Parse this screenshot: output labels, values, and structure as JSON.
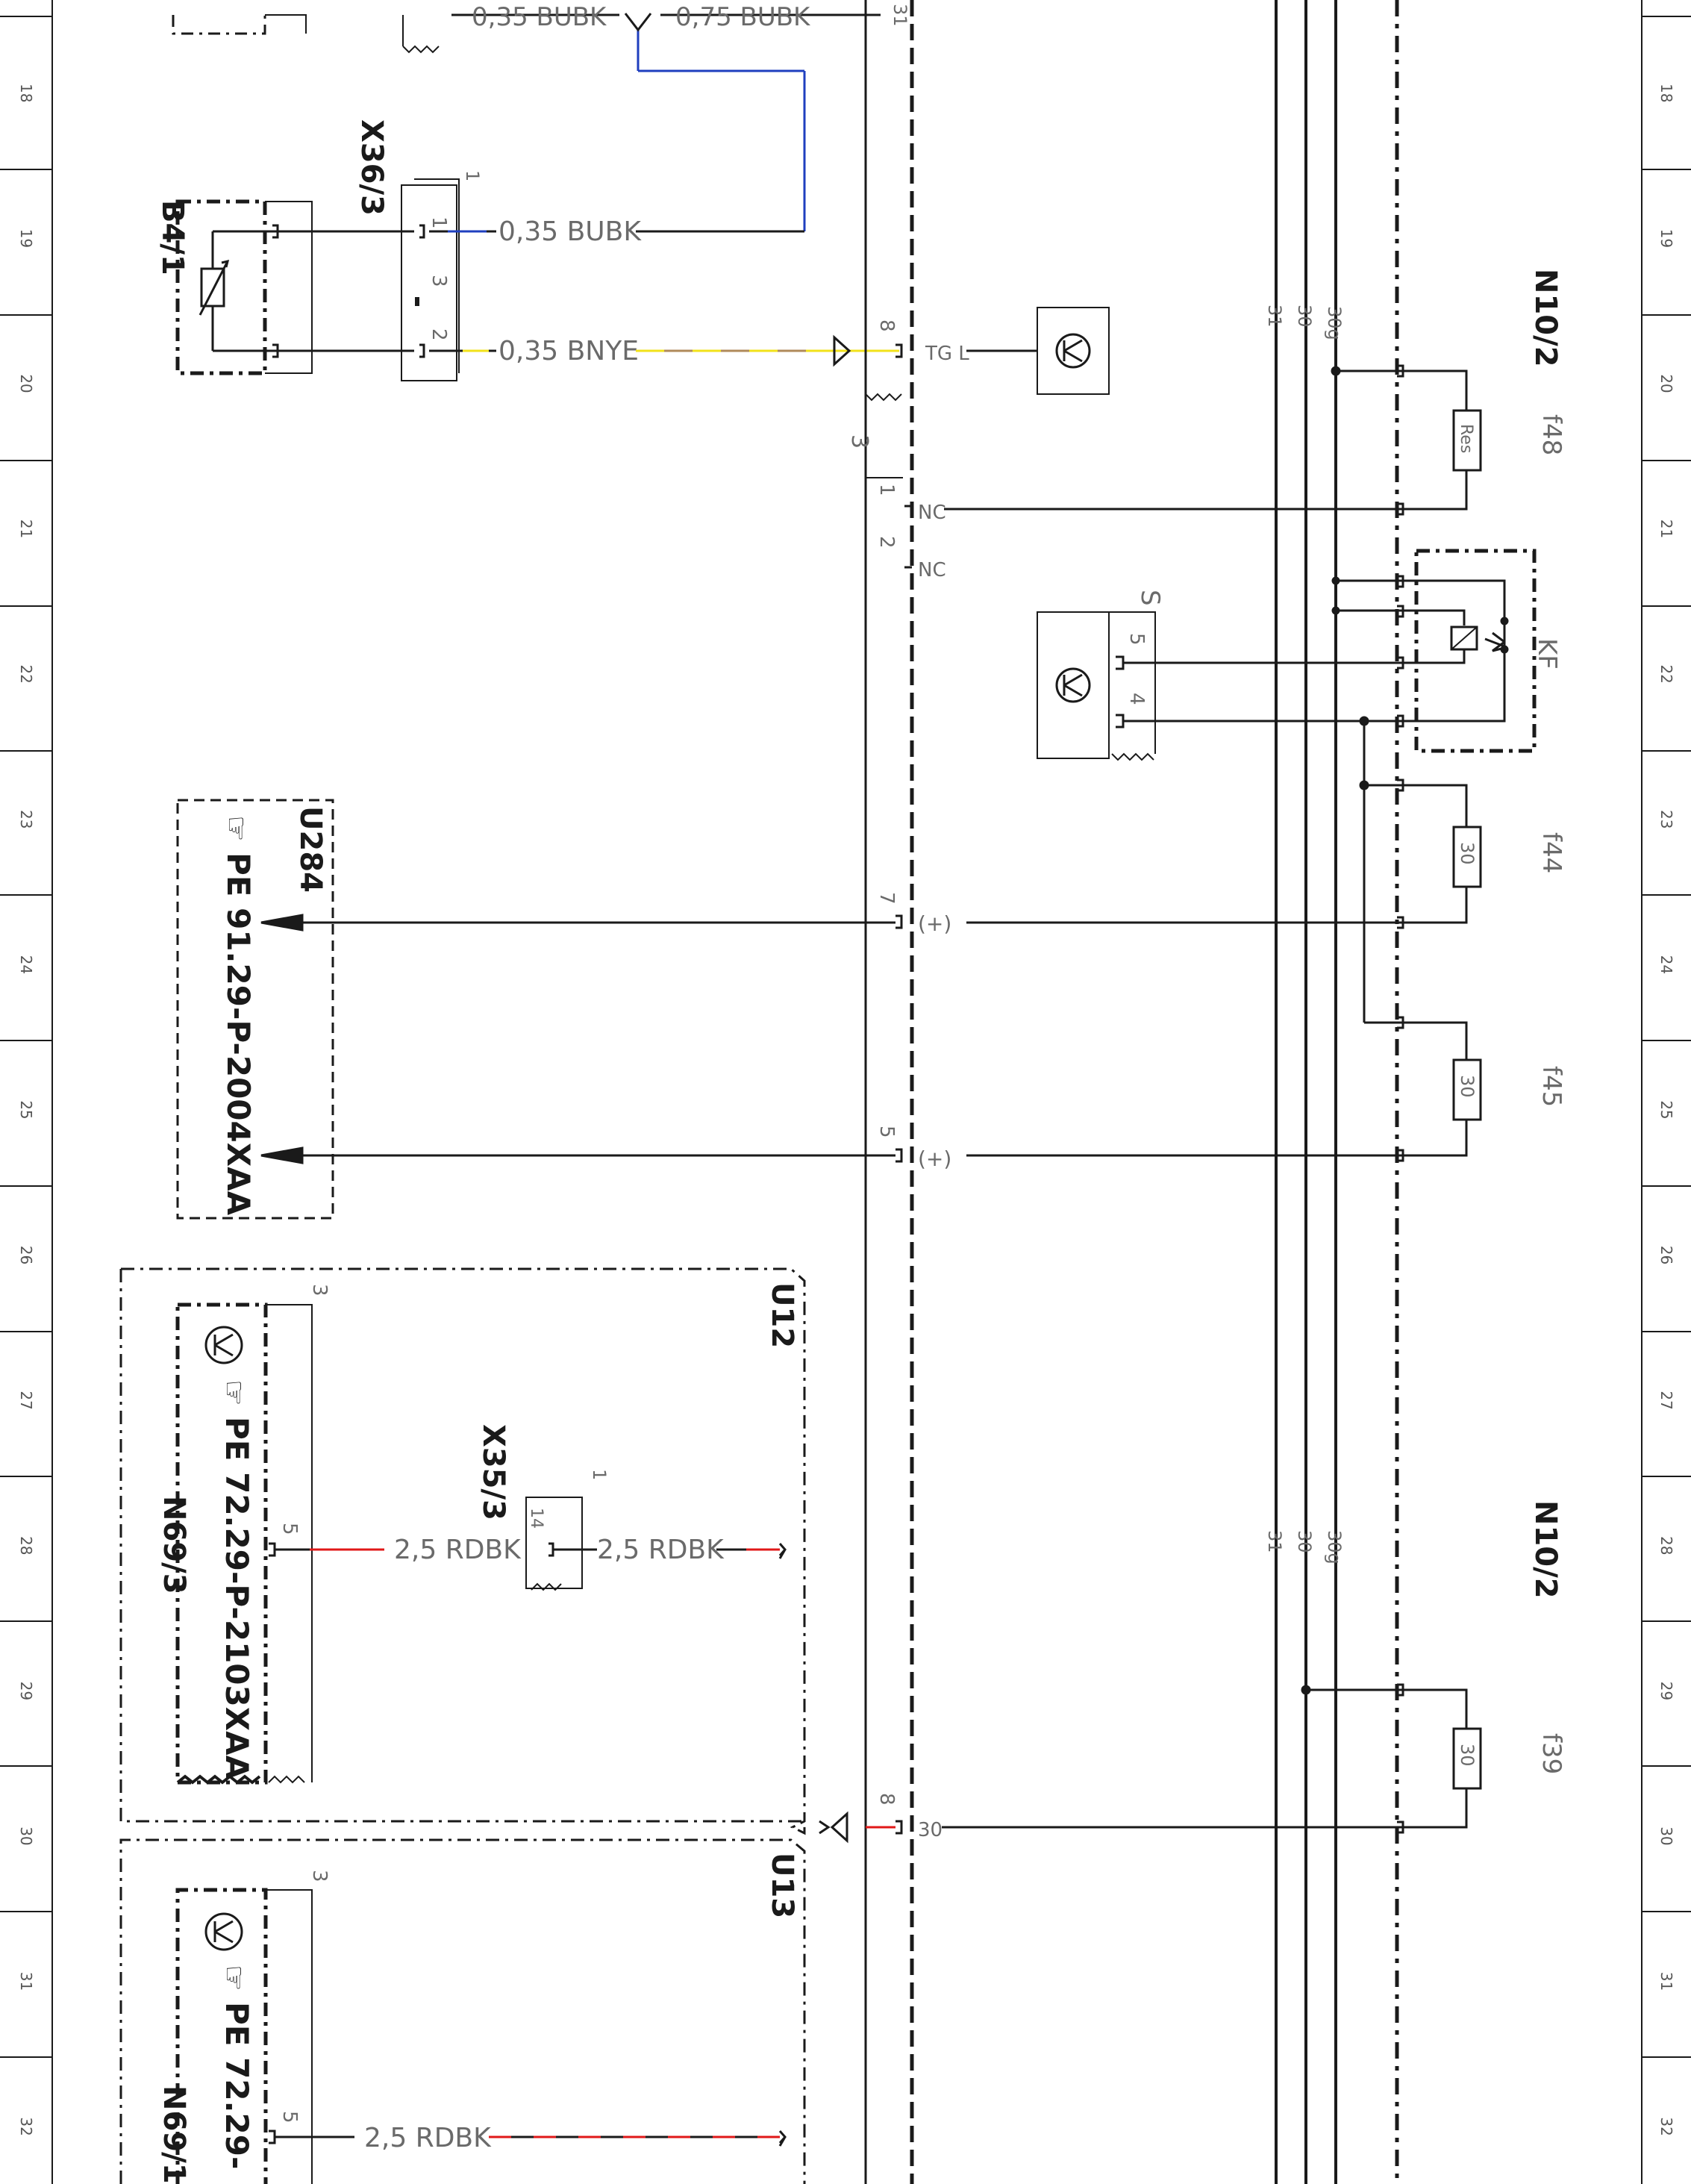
{
  "ruler": {
    "numbers": [
      "18",
      "19",
      "20",
      "21",
      "22",
      "23",
      "24",
      "25",
      "26",
      "27",
      "28",
      "29",
      "30",
      "31",
      "32"
    ]
  },
  "components": {
    "x36_3": {
      "id": "X36/3",
      "pin_top": "1",
      "pin1": "1",
      "pin3": "3",
      "pin2": "2"
    },
    "b4_1": {
      "id": "B4/1"
    },
    "u284": {
      "id": "U284",
      "ref": "PE 91.29-P-2004XAA"
    },
    "u12": {
      "id": "U12"
    },
    "u13": {
      "id": "U13"
    },
    "n69_3": {
      "id": "N69/3",
      "ref": "PE 72.29-P-2103XAA",
      "pin_top": "3",
      "pin5": "5"
    },
    "n69_1": {
      "id": "N69/1",
      "ref": "PE 72.29-",
      "pin_top": "3",
      "pin5": "5"
    },
    "x35_3": {
      "id": "X35/3",
      "pin_top": "1",
      "pin14": "14"
    },
    "n10_2_top": {
      "id": "N10/2"
    },
    "n10_2_bottom": {
      "id": "N10/2"
    },
    "kf": {
      "id": "KF"
    },
    "s": {
      "id": "S",
      "pin5": "5",
      "pin4": "4"
    }
  },
  "wires": {
    "top_bubk_1": "0,35 BUBK",
    "top_bubk_2": "0,75 BUBK",
    "bubk": "0,35 BUBK",
    "bnye": "0,35 BNYE",
    "rdbk_a": "2,5 RDBK",
    "rdbk_b": "2,5 RDBK",
    "rdbk_c": "2,5 RDBK"
  },
  "connector_left": {
    "pin_top": "31",
    "pin8_top": "8",
    "tgl": "TG L",
    "group": "3",
    "pin1": "1",
    "nc1": "NC",
    "pin2": "2",
    "nc2": "NC",
    "pin7": "7",
    "plus7": "(+)",
    "pin5": "5",
    "plus5": "(+)",
    "pin8_bottom": "8",
    "label30": "30"
  },
  "buses": {
    "top": [
      "31",
      "30",
      "30g"
    ],
    "bottom": [
      "31",
      "30",
      "30g"
    ]
  },
  "fuses": {
    "f48": {
      "id": "f48",
      "rating": "Res"
    },
    "f44": {
      "id": "f44",
      "rating": "30"
    },
    "f45": {
      "id": "f45",
      "rating": "30"
    },
    "f39": {
      "id": "f39",
      "rating": "30"
    }
  },
  "colors": {
    "line": "#1a1a1a",
    "blue": "#1f3fbf",
    "yellow": "#f2e21a",
    "brown": "#b08a5a",
    "red": "#e01818"
  }
}
